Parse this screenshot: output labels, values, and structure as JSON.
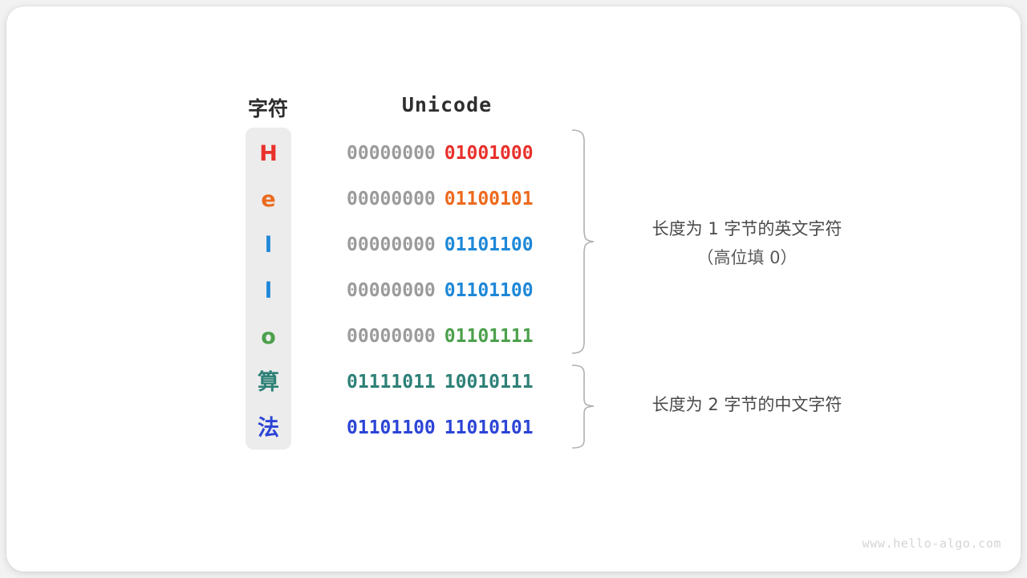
{
  "figure": {
    "headers": {
      "char": "字符",
      "unicode": "Unicode"
    },
    "rows": [
      {
        "char": "H",
        "color": "#e8312c",
        "high": "00000000",
        "low": "01001000",
        "low_color": "#e8312c",
        "high_color": "#9b9b9b"
      },
      {
        "char": "e",
        "color": "#ec6a1e",
        "high": "00000000",
        "low": "01100101",
        "low_color": "#ec6a1e",
        "high_color": "#9b9b9b"
      },
      {
        "char": "l",
        "color": "#1e88d8",
        "high": "00000000",
        "low": "01101100",
        "low_color": "#1e88d8",
        "high_color": "#9b9b9b"
      },
      {
        "char": "l",
        "color": "#1e88d8",
        "high": "00000000",
        "low": "01101100",
        "low_color": "#1e88d8",
        "high_color": "#9b9b9b"
      },
      {
        "char": "o",
        "color": "#4ca04c",
        "high": "00000000",
        "low": "01101111",
        "low_color": "#4ca04c",
        "high_color": "#9b9b9b"
      },
      {
        "char": "算",
        "color": "#2d8177",
        "high": "01111011",
        "low": "10010111",
        "low_color": "#2d8177",
        "high_color": "#2d8177"
      },
      {
        "char": "法",
        "color": "#2c45d6",
        "high": "01101100",
        "low": "11010101",
        "low_color": "#2c45d6",
        "high_color": "#2c45d6"
      }
    ],
    "annotations": {
      "group1_line1": "长度为 1 字节的英文字符",
      "group1_line2": "（高位填 0）",
      "group2_line1": "长度为 2 字节的中文字符"
    },
    "watermark": "www.hello-algo.com",
    "colors": {
      "background": "#f2f2f2",
      "card": "#ffffff",
      "pill": "#ececec",
      "brace": "#b0b0b0",
      "muted_bits": "#9b9b9b",
      "note_text": "#4a4a4a"
    }
  }
}
